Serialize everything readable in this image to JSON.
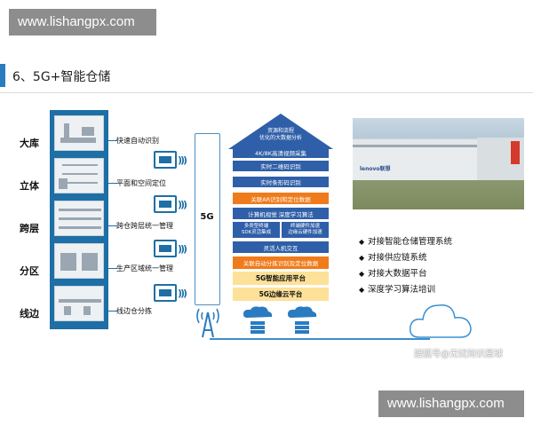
{
  "watermarks": {
    "top": "www.lishangpx.com",
    "bottom": "www.lishangpx.com"
  },
  "section_title": "6、5G+智能仓储",
  "scenarios": [
    {
      "label": "大库",
      "function": "快速自动识别"
    },
    {
      "label": "立体",
      "function": "平面和空间定位"
    },
    {
      "label": "跨层",
      "function": "跨仓跨层统一管理"
    },
    {
      "label": "分区",
      "function": "生产区域统一管理"
    },
    {
      "label": "线边",
      "function": "线边仓分拣"
    }
  ],
  "network_label": "5G",
  "stack": {
    "roof": "资源和流程\n优化的大数据分析",
    "layers": [
      {
        "text": "4K/8K高清视频采集",
        "style": "blue"
      },
      {
        "text": "实时二维码识别",
        "style": "blue"
      },
      {
        "text": "实时条形码识别",
        "style": "blue"
      },
      {
        "text": "关联AR识别和定位数据",
        "style": "orange"
      },
      {
        "text": "计算机视觉 深度学习算法",
        "style": "blue"
      },
      {
        "left": "多类型终端\nSDK灵活集成",
        "right": "终端硬件加速\n边缘云硬件加速",
        "style": "split"
      },
      {
        "text": "灵活人机交互",
        "style": "blue"
      },
      {
        "text": "关联自动分拣识别及定位数据",
        "style": "orange"
      },
      {
        "text": "5G智能应用平台",
        "style": "yellow"
      },
      {
        "text": "5G边缘云平台",
        "style": "yellow"
      }
    ]
  },
  "bullets": [
    "对接智能仓储管理系统",
    "对接供应链系统",
    "对接大数据平台",
    "深度学习算法培训"
  ],
  "photo_sign": "lenovo联想",
  "credit": "搜狐号@无忧知识星球",
  "colors": {
    "accent": "#2a7bbf",
    "panel": "#1d6fa5",
    "layer_blue": "#2f5fa8",
    "layer_orange": "#f07b1b",
    "layer_yellow": "#fde199"
  },
  "icons": [
    "tower-icon",
    "server-cloud-icon",
    "cloud-icon",
    "device-icon",
    "signal-icon"
  ]
}
